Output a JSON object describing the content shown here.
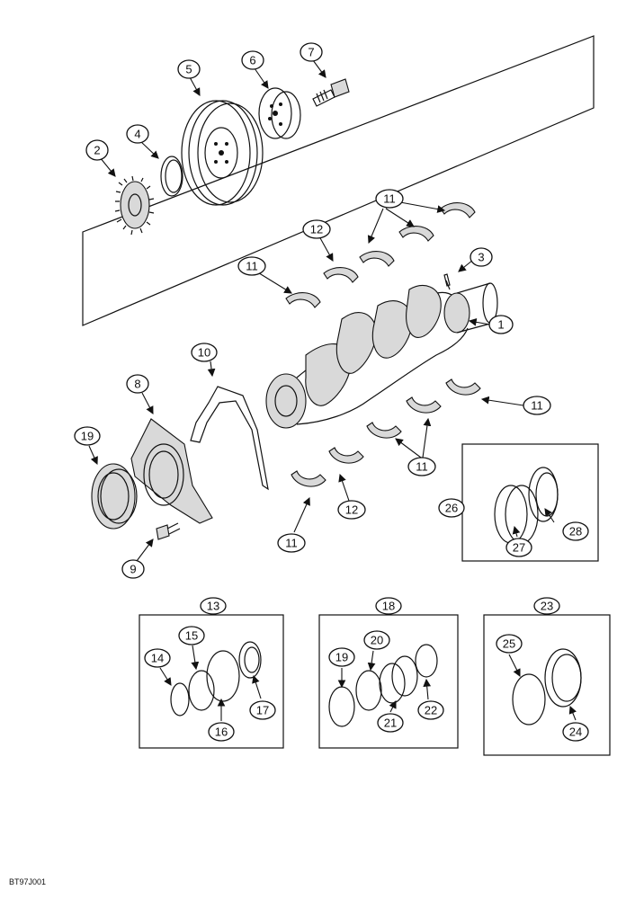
{
  "drawing_ref": "BT97J001",
  "callouts": {
    "c1": "1",
    "c2": "2",
    "c3": "3",
    "c4": "4",
    "c5": "5",
    "c6": "6",
    "c7": "7",
    "c8": "8",
    "c9": "9",
    "c10": "10",
    "c11": "11",
    "c12": "12",
    "c13": "13",
    "c14": "14",
    "c15": "15",
    "c16": "16",
    "c17": "17",
    "c18": "18",
    "c19": "19",
    "c20": "20",
    "c21": "21",
    "c22": "22",
    "c23": "23",
    "c24": "24",
    "c25": "25",
    "c26": "26",
    "c27": "27",
    "c28": "28"
  }
}
